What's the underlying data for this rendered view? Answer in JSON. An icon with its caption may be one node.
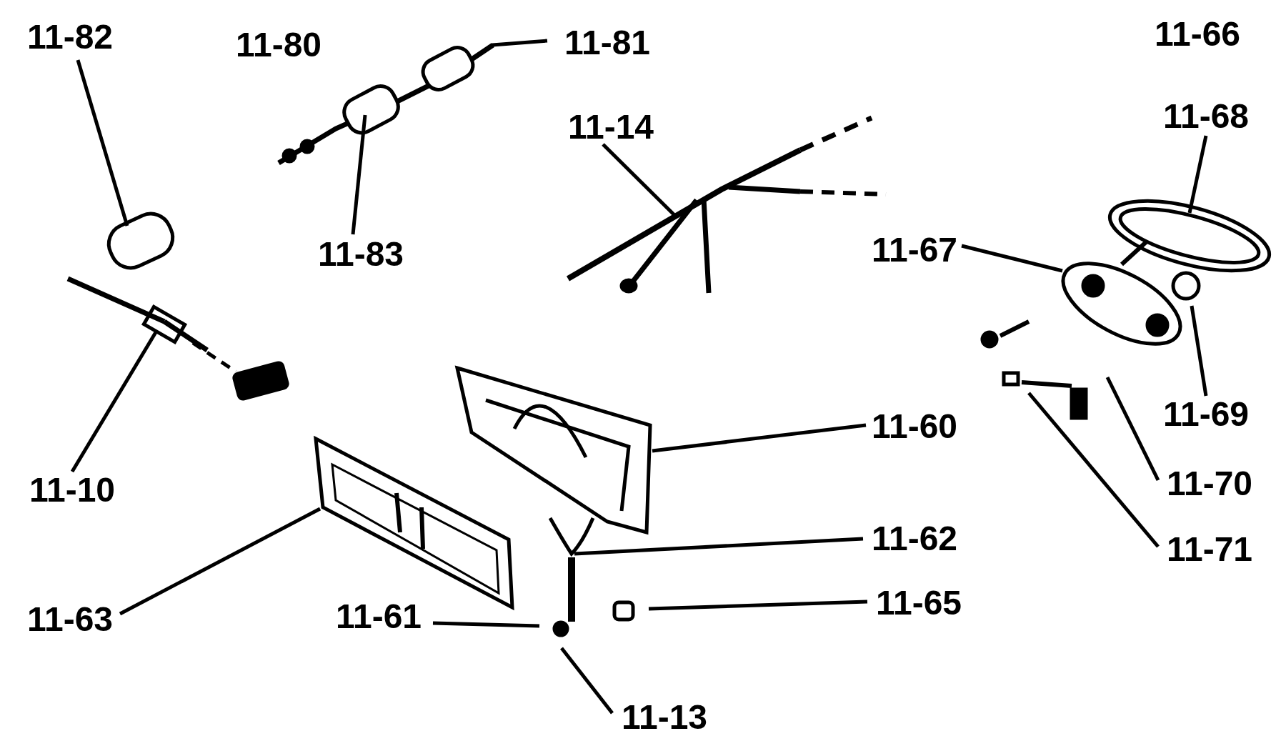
{
  "diagram": {
    "nodes": [
      {
        "text": [
          "11-82"
        ]
      },
      {
        "text": [
          "11-81"
        ]
      },
      {
        "text": [
          "11-83"
        ]
      },
      {
        "text": [
          "11-14"
        ]
      },
      {
        "text": [
          "11-10"
        ]
      },
      {
        "text": [
          "11-68"
        ]
      },
      {
        "text": [
          "11-67"
        ]
      },
      {
        "text": [
          "11-69"
        ]
      },
      {
        "text": [
          "11-60"
        ]
      },
      {
        "text": [
          "11-70"
        ]
      },
      {
        "text": [
          "11-71"
        ]
      },
      {
        "text": [
          "11-62"
        ]
      },
      {
        "text": [
          "11-63"
        ]
      },
      {
        "text": [
          "11-65"
        ]
      },
      {
        "text": [
          "11-61"
        ]
      },
      {
        "text": [
          "11-13"
        ]
      }
    ],
    "edges": [
      {
        "from": 0,
        "to": null,
        "arrow": "none"
      },
      {
        "from": 1,
        "to": null,
        "arrow": "none"
      },
      {
        "from": 2,
        "to": null,
        "arrow": "none"
      },
      {
        "from": 3,
        "to": null,
        "arrow": "none"
      },
      {
        "from": 4,
        "to": null,
        "arrow": "none"
      },
      {
        "from": 5,
        "to": null,
        "arrow": "none"
      },
      {
        "from": 6,
        "to": null,
        "arrow": "none"
      },
      {
        "from": 7,
        "to": null,
        "arrow": "none"
      },
      {
        "from": 8,
        "to": null,
        "arrow": "none"
      },
      {
        "from": 9,
        "to": null,
        "arrow": "none"
      },
      {
        "from": 10,
        "to": null,
        "arrow": "none"
      },
      {
        "from": 11,
        "to": null,
        "arrow": "none"
      },
      {
        "from": 12,
        "to": null,
        "arrow": "none"
      },
      {
        "from": 13,
        "to": null,
        "arrow": "none"
      },
      {
        "from": 14,
        "to": null,
        "arrow": "none"
      },
      {
        "from": 15,
        "to": null,
        "arrow": "none"
      }
    ],
    "labels": [
      "11-80",
      "11-66"
    ]
  }
}
